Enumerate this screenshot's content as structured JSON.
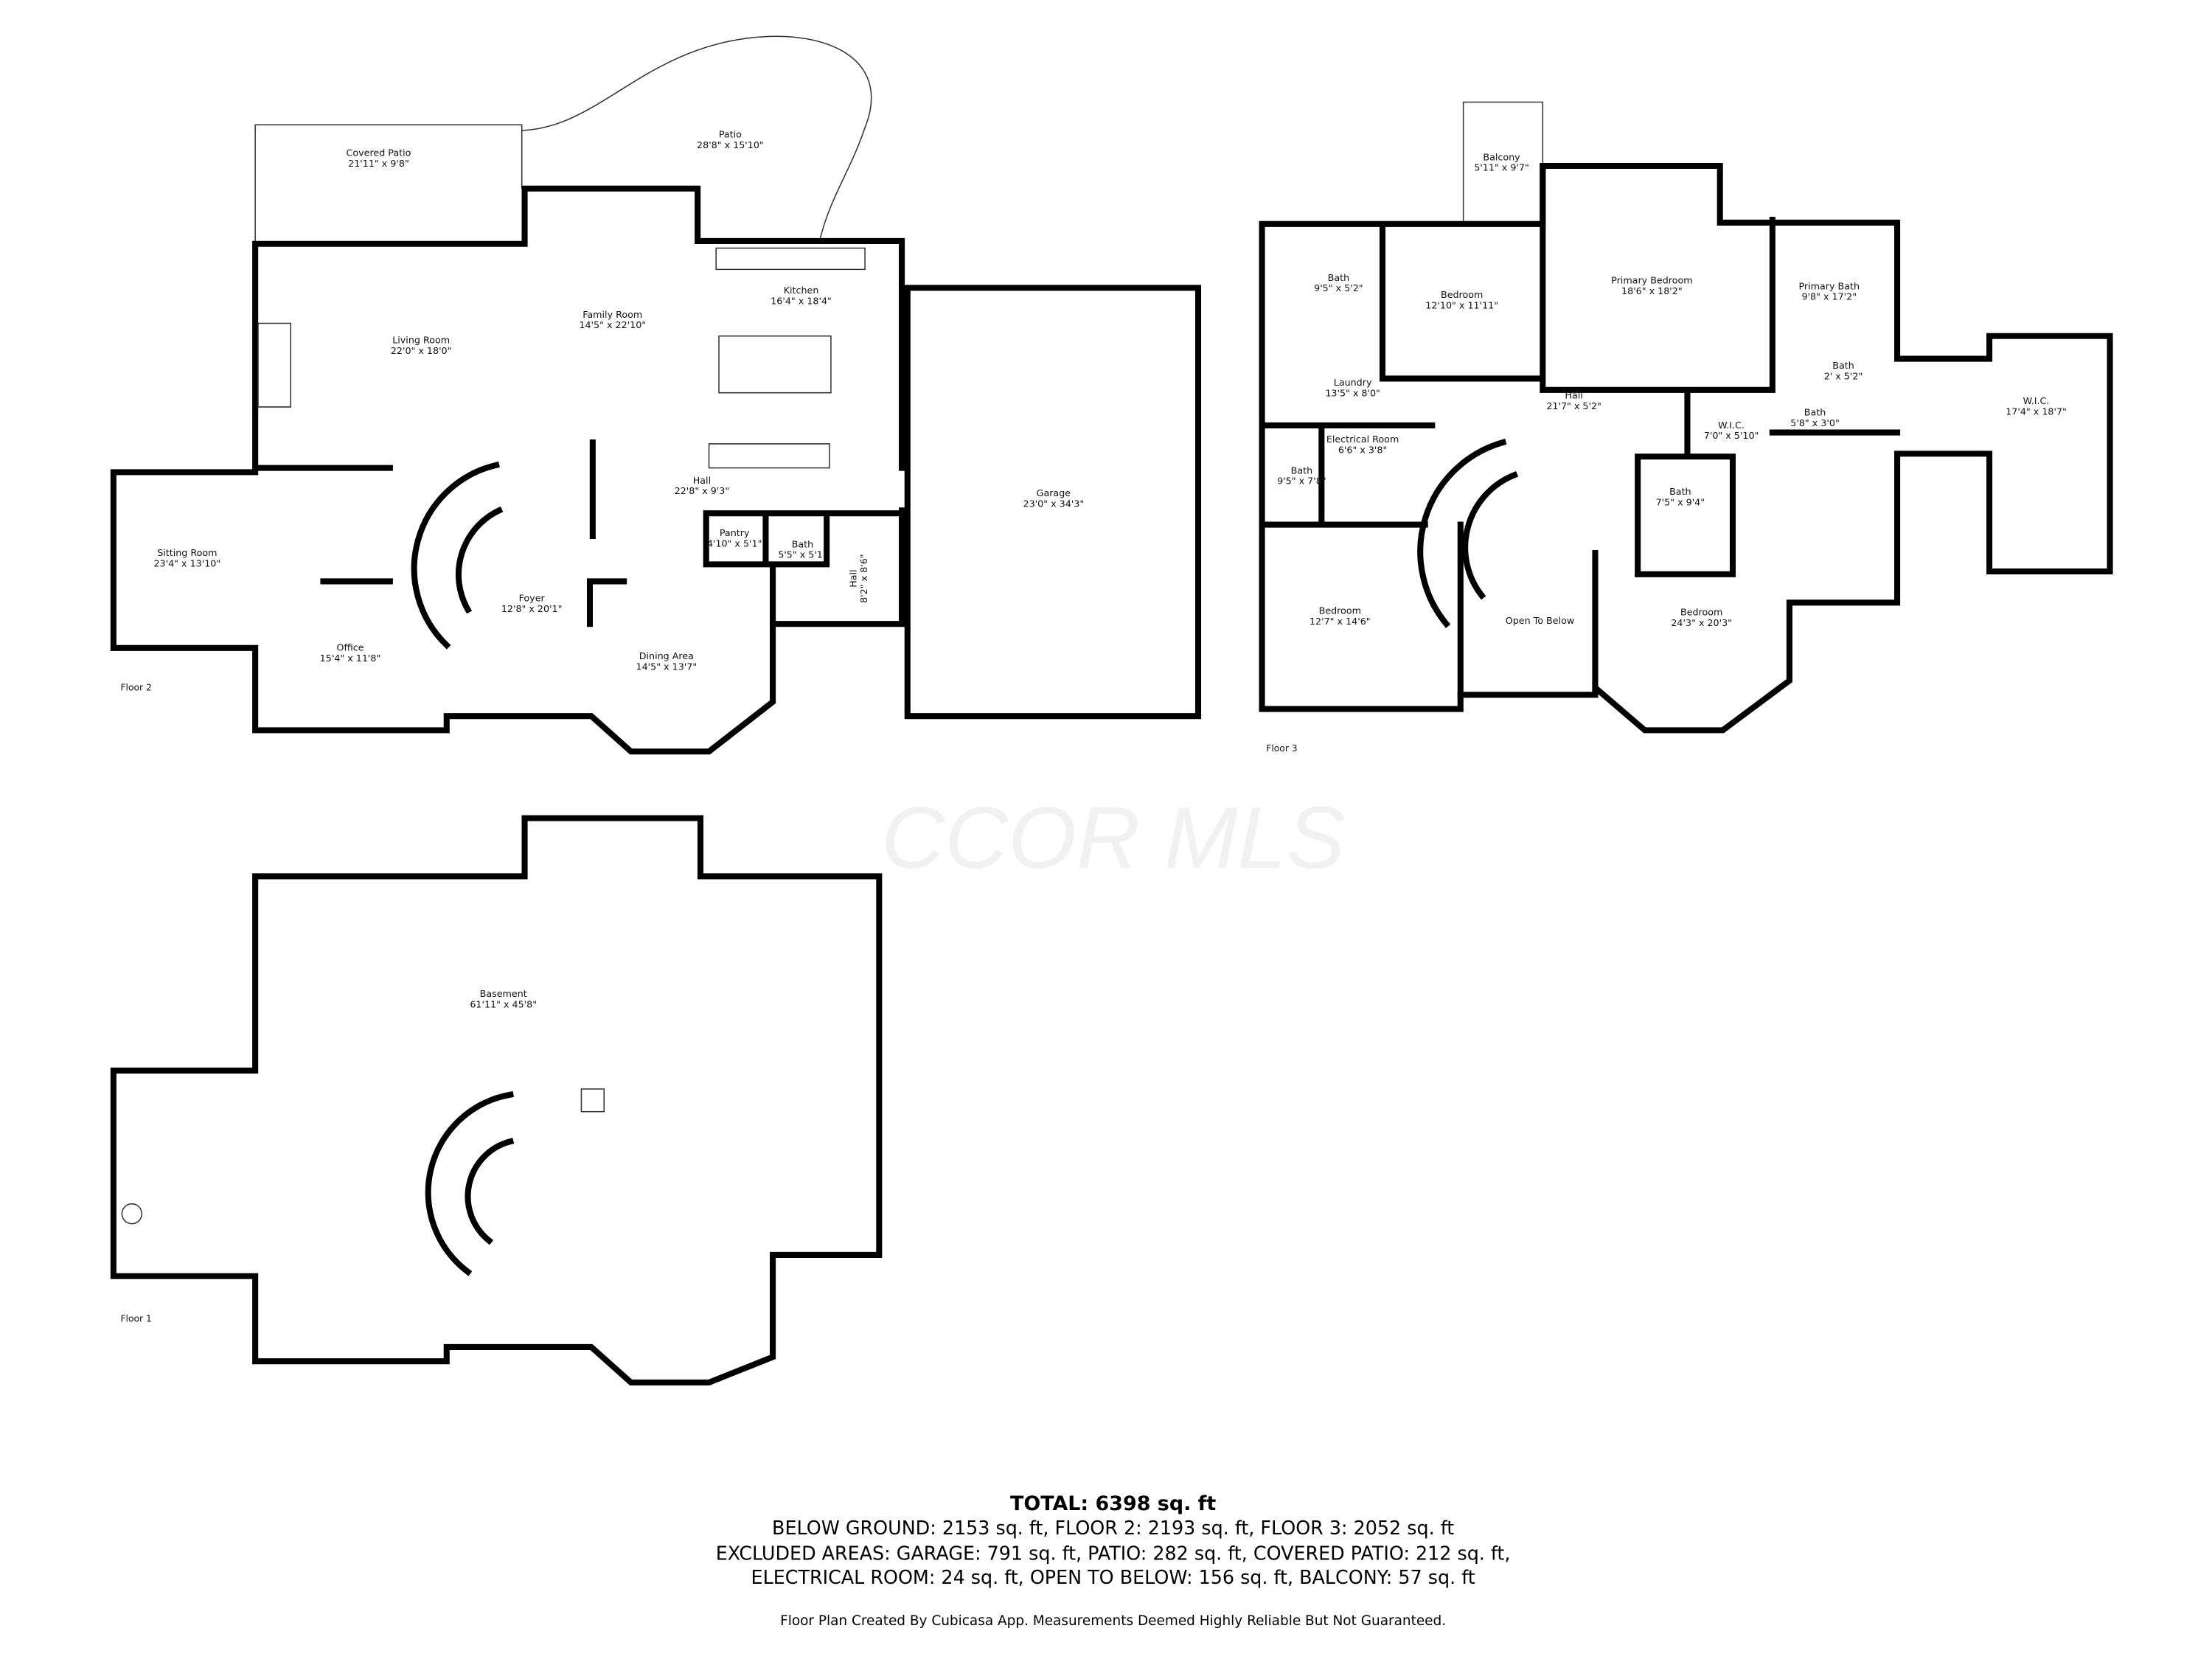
{
  "watermark": "CCOR MLS",
  "floors": {
    "floor2": {
      "label": "Floor 2",
      "rooms": [
        {
          "name": "Covered Patio",
          "dims": "21'11\" x 9'8\""
        },
        {
          "name": "Patio",
          "dims": "28'8\" x 15'10\""
        },
        {
          "name": "Living Room",
          "dims": "22'0\" x 18'0\""
        },
        {
          "name": "Family Room",
          "dims": "14'5\" x 22'10\""
        },
        {
          "name": "Kitchen",
          "dims": "16'4\" x 18'4\""
        },
        {
          "name": "Hall",
          "dims": "22'8\" x 9'3\""
        },
        {
          "name": "Sitting Room",
          "dims": "23'4\" x 13'10\""
        },
        {
          "name": "Pantry",
          "dims": "4'10\" x 5'1\""
        },
        {
          "name": "Bath",
          "dims": "5'5\" x 5'1\""
        },
        {
          "name": "Foyer",
          "dims": "12'8\" x 20'1\""
        },
        {
          "name": "Office",
          "dims": "15'4\" x 11'8\""
        },
        {
          "name": "Dining Area",
          "dims": "14'5\" x 13'7\""
        },
        {
          "name": "Garage",
          "dims": "23'0\" x 34'3\""
        },
        {
          "name": "Hall",
          "dims": "8'2\" x 8'6\""
        }
      ]
    },
    "floor3": {
      "label": "Floor 3",
      "rooms": [
        {
          "name": "Balcony",
          "dims": "5'11\" x 9'7\""
        },
        {
          "name": "Bath",
          "dims": "9'5\" x 5'2\""
        },
        {
          "name": "Bedroom",
          "dims": "12'10\" x 11'11\""
        },
        {
          "name": "Primary Bedroom",
          "dims": "18'6\" x 18'2\""
        },
        {
          "name": "Primary Bath",
          "dims": "9'8\" x 17'2\""
        },
        {
          "name": "Laundry",
          "dims": "13'5\" x 8'0\""
        },
        {
          "name": "Hall",
          "dims": "21'7\" x 5'2\""
        },
        {
          "name": "W.I.C.",
          "dims": "7'0\" x 5'10\""
        },
        {
          "name": "Bath",
          "dims": "2' x 5'2\""
        },
        {
          "name": "Bath",
          "dims": "5'8\" x 3'0\""
        },
        {
          "name": "W.I.C.",
          "dims": "17'4\" x 18'7\""
        },
        {
          "name": "Electrical Room",
          "dims": "6'6\" x 3'8\""
        },
        {
          "name": "Bath",
          "dims": "9'5\" x 7'8\""
        },
        {
          "name": "Bath",
          "dims": "7'5\" x 9'4\""
        },
        {
          "name": "Bedroom",
          "dims": "12'7\" x 14'6\""
        },
        {
          "name": "Open To Below",
          "dims": ""
        },
        {
          "name": "Bedroom",
          "dims": "24'3\" x 20'3\""
        }
      ]
    },
    "floor1": {
      "label": "Floor 1",
      "rooms": [
        {
          "name": "Basement",
          "dims": "61'11\" x 45'8\""
        }
      ]
    }
  },
  "summary": {
    "total": "TOTAL: 6398 sq. ft",
    "line1": "BELOW GROUND: 2153 sq. ft, FLOOR 2: 2193 sq. ft, FLOOR 3: 2052 sq. ft",
    "line2": "EXCLUDED AREAS: GARAGE: 791 sq. ft, PATIO: 282 sq. ft, COVERED PATIO: 212 sq. ft,",
    "line3": "ELECTRICAL ROOM: 24 sq. ft, OPEN TO BELOW: 156 sq. ft, BALCONY: 57 sq. ft",
    "disclaimer": "Floor Plan Created By Cubicasa App. Measurements Deemed Highly Reliable But Not Guaranteed."
  }
}
